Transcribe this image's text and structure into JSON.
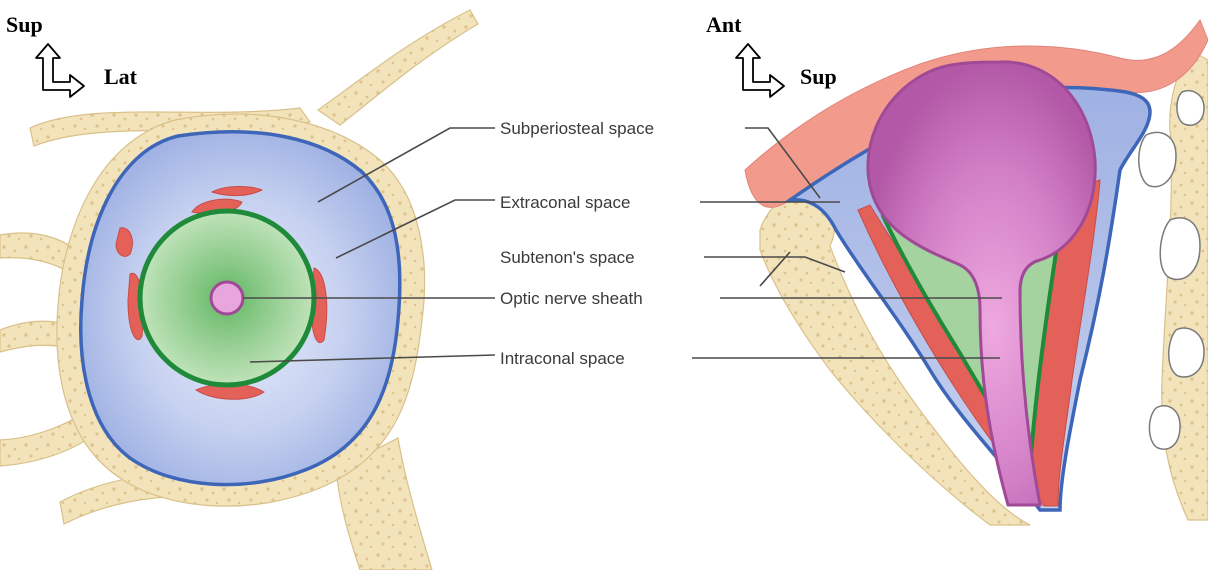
{
  "orientation": {
    "left": {
      "vertical": "Sup",
      "horizontal": "Lat"
    },
    "right": {
      "vertical": "Ant",
      "horizontal": "Sup"
    }
  },
  "labels": {
    "subperiosteal": "Subperiosteal space",
    "extraconal": "Extraconal space",
    "subtenon": "Subtenon's space",
    "optic_nerve_sheath": "Optic nerve sheath",
    "intraconal": "Intraconal space"
  },
  "colors": {
    "bone": "#f3e3bb",
    "periosteum": "#3e66b8",
    "extraconal": "#b9c6ea",
    "muscle": "#e4615a",
    "muscle_cone": "#1f8a3a",
    "intraconal": "#a4d3a0",
    "globe": "#c05fb0",
    "skin": "#f29a8c"
  }
}
